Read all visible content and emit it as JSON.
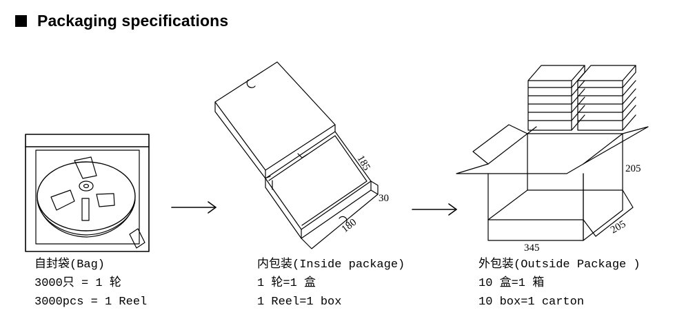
{
  "title": "Packaging specifications",
  "icons": {
    "title_marker": "black-square-icon",
    "arrows": "right-arrow-icon"
  },
  "stages": [
    {
      "name": "bag",
      "lines": [
        "自封袋(Bag)",
        "3000只 = 1 轮",
        "3000pcs = 1 Reel"
      ]
    },
    {
      "name": "inside-package",
      "lines": [
        "内包装(Inside package)",
        "1 轮=1 盒",
        "1 Reel=1 box"
      ],
      "dimensions": {
        "length": "185",
        "height": "30",
        "width": "180"
      }
    },
    {
      "name": "outside-package",
      "lines": [
        "外包装(Outside Package )",
        "10 盒=1 箱",
        "10 box=1 carton"
      ],
      "dimensions": {
        "height": "205",
        "depth": "205",
        "length": "345"
      }
    }
  ]
}
